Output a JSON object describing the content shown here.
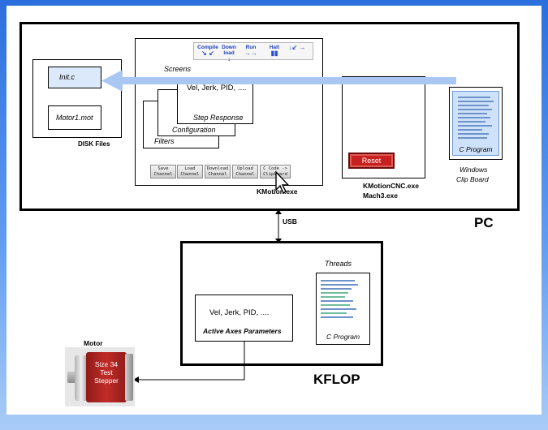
{
  "pc": {
    "label": "PC",
    "usb_label": "USB",
    "disk_files": {
      "label": "DISK Files",
      "init_file": "Init.c",
      "motor_file": "Motor1.mot"
    },
    "kmotion": {
      "label": "KMotion.exe",
      "toolbar": [
        {
          "label": "Compile",
          "arrow": "↘ ↙"
        },
        {
          "label": "Down load",
          "arrow": "↓"
        },
        {
          "label": "Run",
          "arrow": "→→"
        },
        {
          "label": "Halt",
          "arrow": "▮▮"
        },
        {
          "label": "",
          "arrow": "↓↙ →"
        }
      ],
      "screens_label": "Screens",
      "tabs": {
        "params": "Vel, Jerk, PID, ....",
        "step_response": "Step Response",
        "configuration": "Configuration",
        "filters": "Filters"
      },
      "buttons": [
        "Save Channel",
        "Load Channel",
        "Download Channel",
        "Upload Channel",
        "C Code -> Clipboard"
      ]
    },
    "kmotioncnc": {
      "label_line1": "KMotionCNC.exe",
      "label_line2": "Mach3.exe",
      "reset_label": "Reset"
    },
    "clipboard": {
      "program_label": "C Program",
      "label_line1": "Windows",
      "label_line2": "Clip Board"
    }
  },
  "kflop": {
    "label": "KFLOP",
    "threads_label": "Threads",
    "program_label": "C Program",
    "params": {
      "line1": "Vel, Jerk, PID, ....",
      "line2": "Active Axes Parameters"
    }
  },
  "motor": {
    "label": "Motor",
    "sticker_line1": "Size 34",
    "sticker_line2": "Test",
    "sticker_line3": "Stepper"
  },
  "colors": {
    "background_top": "#2a6fdd",
    "background_bottom": "#a9ccf7",
    "flow_arrow": "#a9c7f2",
    "reset_button": "#c8201e",
    "program_fill": "#cfe2fb"
  }
}
